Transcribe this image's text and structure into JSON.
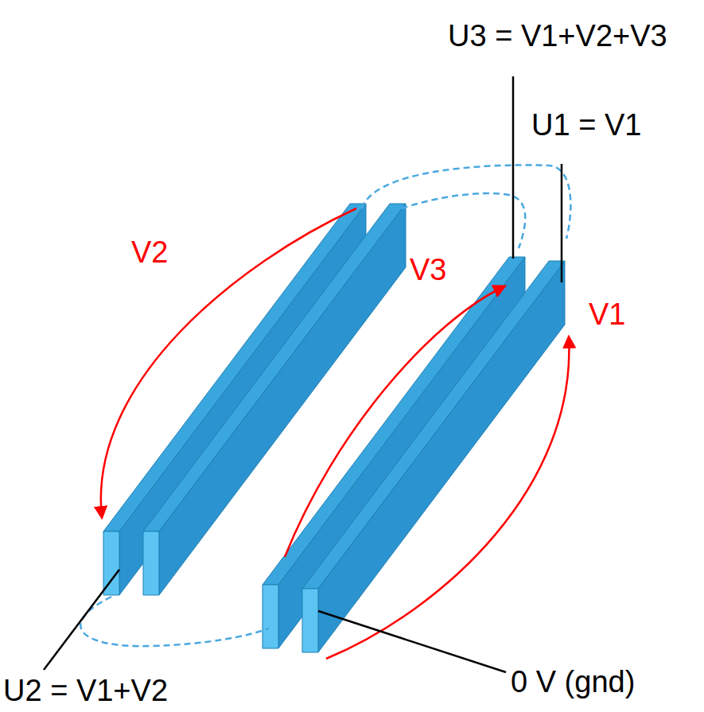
{
  "diagram": {
    "labels": [
      "U3 = V1+V2+V3",
      "U1 = V1",
      "V2",
      "V3",
      "V1",
      "U2 = V1+V2",
      "0 V (gnd)"
    ]
  }
}
